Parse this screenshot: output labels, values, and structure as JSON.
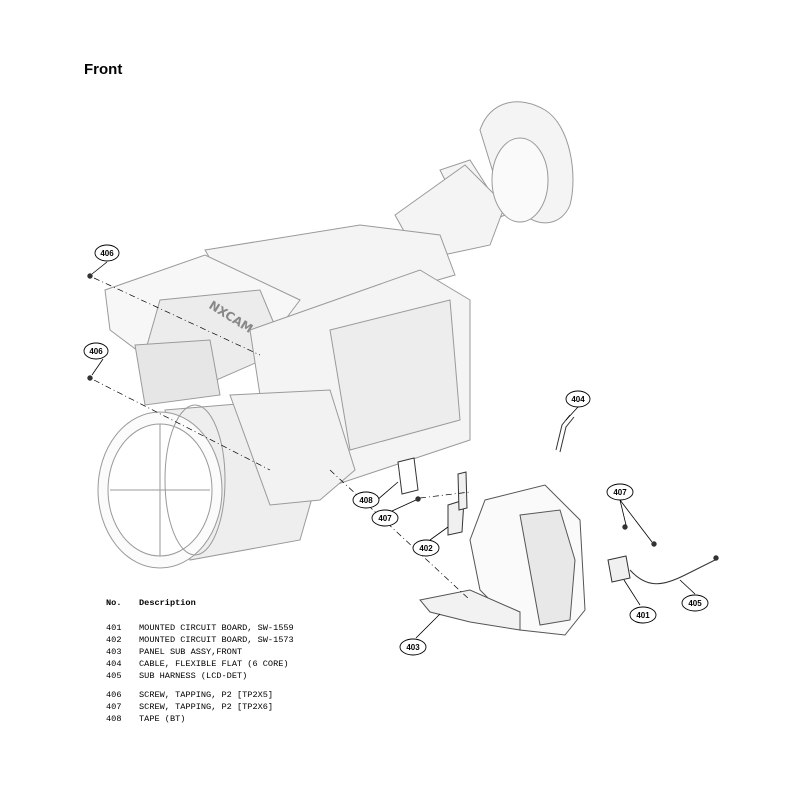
{
  "title": "Front",
  "callouts": {
    "c401": "401",
    "c402": "402",
    "c403": "403",
    "c404": "404",
    "c405": "405",
    "c406a": "406",
    "c406b": "406",
    "c407a": "407",
    "c407b": "407",
    "c408": "408"
  },
  "parts_header": {
    "no": "No.",
    "description": "Description"
  },
  "parts_group1": [
    {
      "no": "401",
      "description": "MOUNTED CIRCUIT BOARD, SW-1559"
    },
    {
      "no": "402",
      "description": "MOUNTED CIRCUIT BOARD, SW-1573"
    },
    {
      "no": "403",
      "description": "PANEL SUB ASSY,FRONT"
    },
    {
      "no": "404",
      "description": "CABLE, FLEXIBLE FLAT (6 CORE)"
    },
    {
      "no": "405",
      "description": "SUB HARNESS (LCD-DET)"
    }
  ],
  "parts_group2": [
    {
      "no": "406",
      "description": "SCREW, TAPPING, P2 [TP2X5]"
    },
    {
      "no": "407",
      "description": "SCREW, TAPPING, P2 [TP2X6]"
    },
    {
      "no": "408",
      "description": "TAPE (BT)"
    }
  ],
  "brand_mark": "NXCAM",
  "colors": {
    "ink": "#000000",
    "ghost": "#9a9a9a",
    "ghost_fill": "#f2f2f2"
  }
}
